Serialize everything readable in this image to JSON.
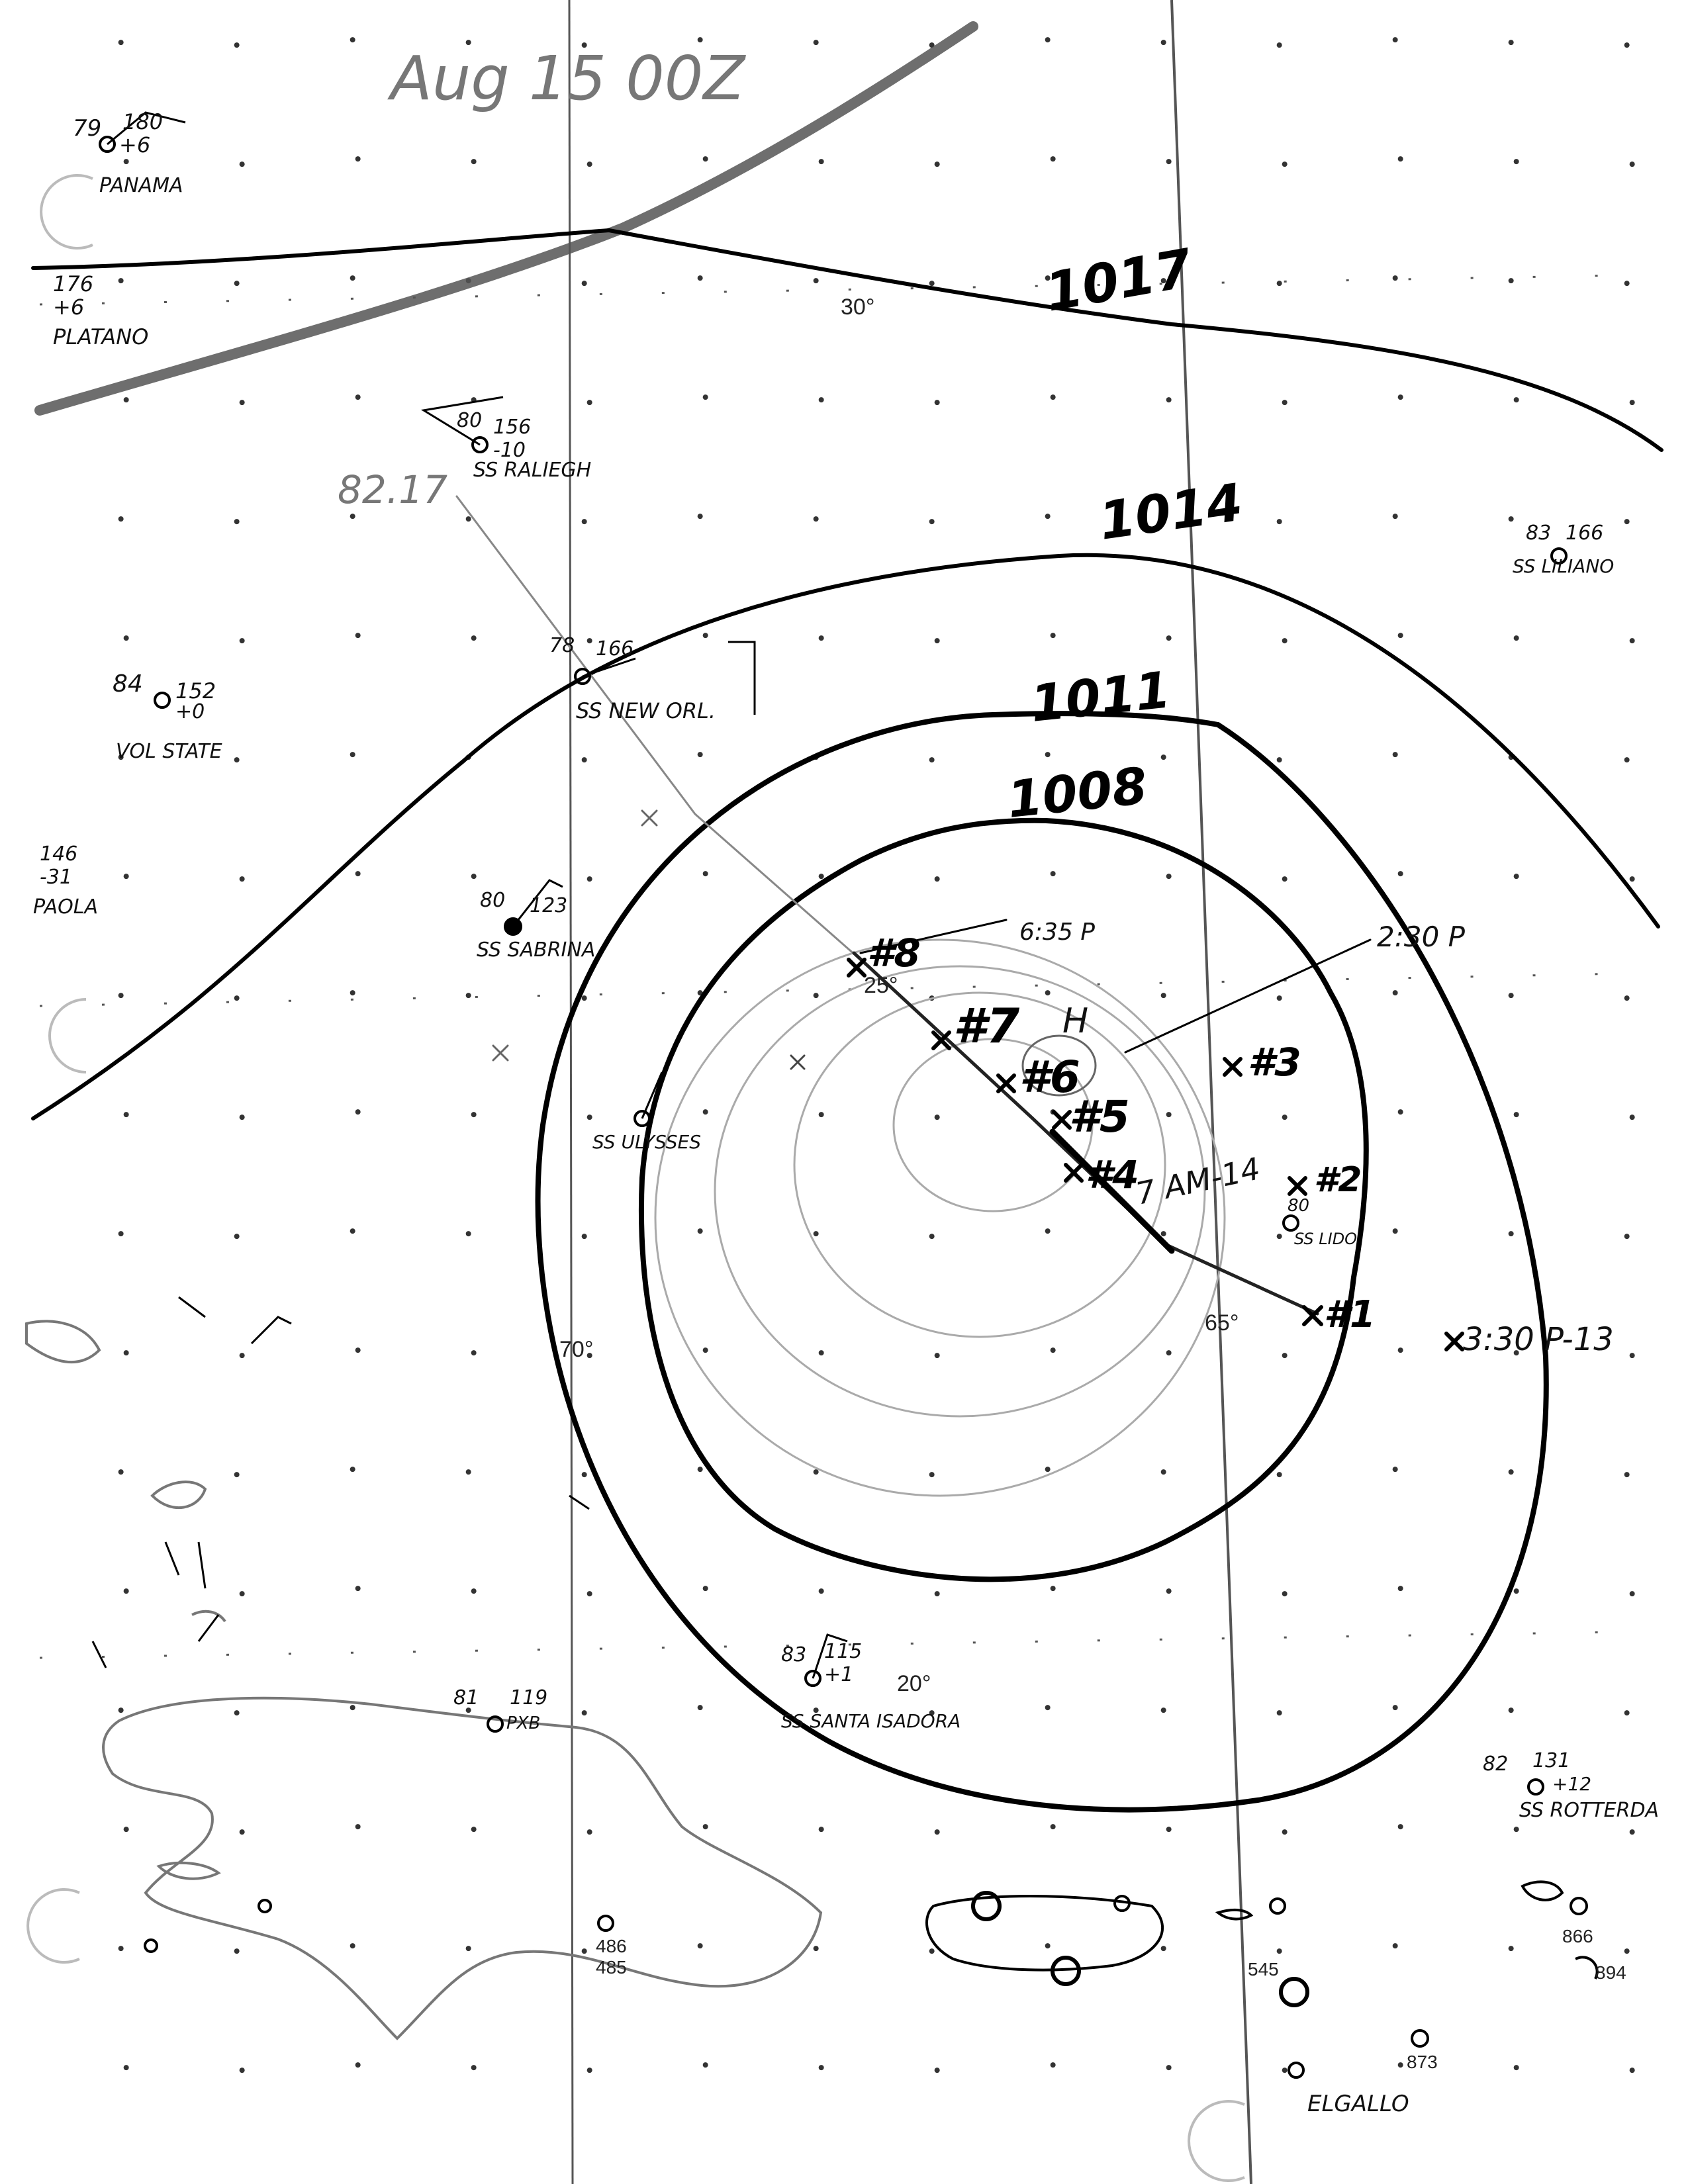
{
  "header": {
    "timestamp": "Aug 15 00Z"
  },
  "isobars": [
    {
      "id": "1017",
      "label": "1017"
    },
    {
      "id": "1014",
      "label": "1014"
    },
    {
      "id": "1011",
      "label": "1011"
    },
    {
      "id": "1008",
      "label": "1008"
    }
  ],
  "grid_labels": {
    "lat_30": "30°",
    "lat_25": "25°",
    "lat_20": "20°",
    "lon_70": "70°",
    "lon_65": "65°"
  },
  "track": {
    "points": [
      {
        "label": "#8"
      },
      {
        "label": "#7"
      },
      {
        "label": "#6"
      },
      {
        "label": "#5"
      },
      {
        "label": "#4"
      },
      {
        "label": "#3"
      },
      {
        "label": "#2"
      },
      {
        "label": "#1"
      }
    ],
    "annotations": {
      "time_1": "6:35 P",
      "time_2": "2:30 P",
      "time_3": "7 AM-14",
      "time_4": "3:30 P-13",
      "center": "H",
      "pencil_note": "82.17"
    }
  },
  "stations": [
    {
      "name": "PANAMA",
      "temp": "79",
      "pressure": "180",
      "tendency": "+6"
    },
    {
      "name": "PLATANO",
      "pressure": "176",
      "tendency": "+6"
    },
    {
      "name": "SS RALIEGH",
      "temp": "80",
      "pressure": "156",
      "tendency": "-10"
    },
    {
      "name": "SS NEW ORL.",
      "temp": "78",
      "pressure": "166"
    },
    {
      "name": "VOL STATE",
      "temp": "84",
      "pressure": "152",
      "tendency": "+0"
    },
    {
      "name": "PAOLA",
      "pressure": "146",
      "tendency": "-31"
    },
    {
      "name": "SS SABRINA",
      "temp": "80",
      "pressure": "123"
    },
    {
      "name": "SS ULYSSES"
    },
    {
      "name": "SS LILIANO",
      "temp": "83",
      "pressure": "166"
    },
    {
      "name": "SS SANTA ISADORA",
      "temp": "83",
      "pressure": "115",
      "tendency": "+1"
    },
    {
      "name": "SS ROTTERDA",
      "temp": "82",
      "pressure": "131",
      "tendency": "+12"
    },
    {
      "name": "ELGALLO"
    },
    {
      "name": "PXB",
      "temp": "81",
      "pressure": "119"
    },
    {
      "name": "SS LIDO",
      "temp": "80"
    }
  ],
  "printed_station_ids": [
    "486",
    "485",
    "866",
    "894",
    "873",
    "545"
  ]
}
